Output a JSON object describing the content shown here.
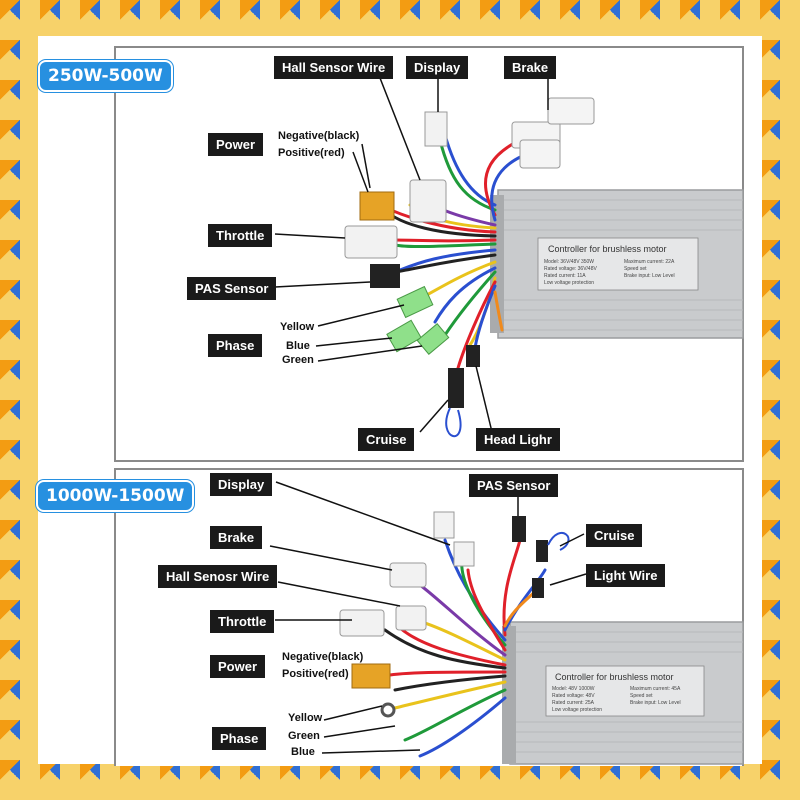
{
  "top": {
    "range": "250W-500W",
    "labels": {
      "hall": "Hall Sensor Wire",
      "display": "Display",
      "brake": "Brake",
      "power": "Power",
      "throttle": "Throttle",
      "pas": "PAS Sensor",
      "phase": "Phase",
      "cruise": "Cruise",
      "headlight": "Head Lighr"
    },
    "notes": {
      "negative": "Negative(black)",
      "positive": "Positive(red)",
      "yellow": "Yellow",
      "blue": "Blue",
      "green": "Green"
    },
    "controller": {
      "title": "Controller for brushless motor",
      "lines": [
        "Model: 36V/48V 350W",
        "Rated voltage: 36V/48V",
        "Rated current: 11A",
        "Low voltage protection",
        "Maximum current: 22A",
        "Speed set",
        "Brake input: Low Level"
      ]
    }
  },
  "bottom": {
    "range": "1000W-1500W",
    "labels": {
      "display": "Display",
      "brake": "Brake",
      "hall": "Hall Senosr Wire",
      "throttle": "Throttle",
      "power": "Power",
      "phase": "Phase",
      "pas": "PAS Sensor",
      "cruise": "Cruise",
      "light": "Light Wire"
    },
    "notes": {
      "negative": "Negative(black)",
      "positive": "Positive(red)",
      "yellow": "Yellow",
      "green": "Green",
      "blue": "Blue"
    },
    "controller": {
      "title": "Controller for brushless motor",
      "lines": [
        "Model: 48V 1000W",
        "Rated voltage: 48V",
        "Rated current: 25A",
        "Low voltage protection",
        "Maximum current: 45A",
        "Speed set",
        "Brake input: Low Level"
      ]
    }
  },
  "colors": {
    "tag": "#2790e0",
    "label_bg": "#1a1a1a",
    "controller": "#c9cbcd",
    "wire_red": "#e0202a",
    "wire_blue": "#2a4fd0",
    "wire_green": "#1f9a3a",
    "wire_yellow": "#e9c31c",
    "wire_black": "#222222",
    "wire_purple": "#7a3aa8",
    "wire_orange": "#f08a1c"
  }
}
